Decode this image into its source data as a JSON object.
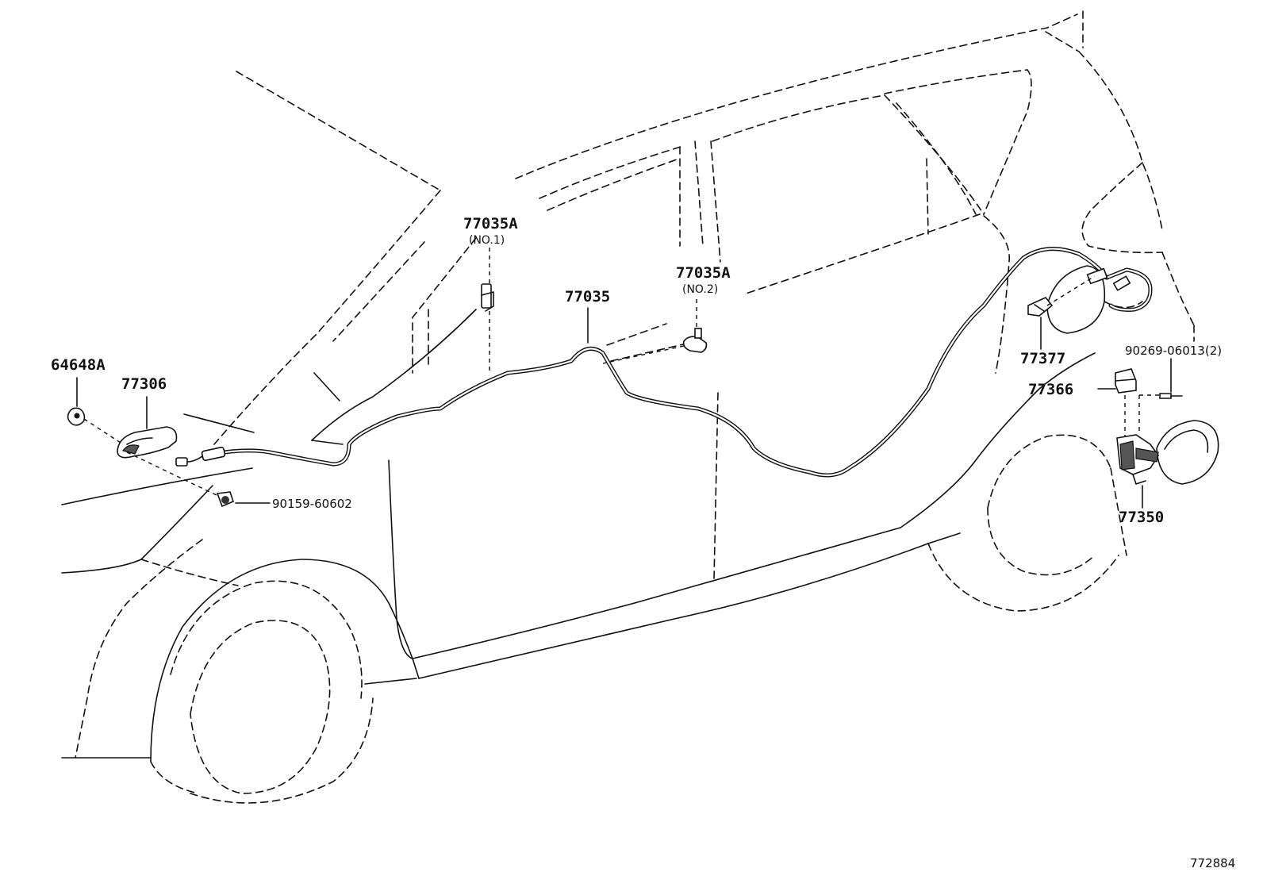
{
  "diagram": {
    "labels": {
      "p64648A": "64648A",
      "p77306": "77306",
      "p90159": "90159-60602",
      "p77035A_no1": "77035A",
      "p77035A_no1_sub": "(NO.1)",
      "p77035": "77035",
      "p77035A_no2": "77035A",
      "p77035A_no2_sub": "(NO.2)",
      "p77377": "77377",
      "p90269": "90269-06013(2)",
      "p77366": "77366",
      "p77350": "77350"
    },
    "illustration_code": "772884"
  }
}
